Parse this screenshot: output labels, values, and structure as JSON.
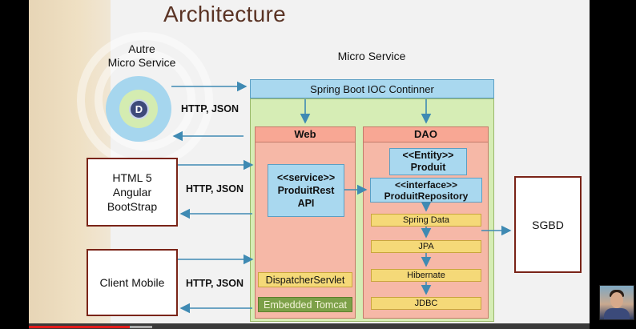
{
  "slide": {
    "title": "Architecture"
  },
  "diagram": {
    "autre_label_line1": "Autre",
    "autre_label_line2": "Micro Service",
    "micro_service_label": "Micro Service",
    "node_letter": "D",
    "protocol_top": "HTTP, JSON",
    "protocol_mid": "HTTP, JSON",
    "protocol_bottom": "HTTP, JSON",
    "html5_line1": "HTML 5",
    "html5_line2": "Angular",
    "html5_line3": "BootStrap",
    "client_mobile": "Client Mobile",
    "container": "Spring Boot IOC Continner",
    "web_header": "Web",
    "dao_header": "DAO",
    "service_line1": "<<service>>",
    "service_line2": "ProduitRest",
    "service_line3": "API",
    "entity_line1": "<<Entity>>",
    "entity_line2": "Produit",
    "repo_line1": "<<interface>>",
    "repo_line2": "ProduitRepository",
    "spring_data": "Spring Data",
    "jpa": "JPA",
    "hibernate": "Hibernate",
    "jdbc": "JDBC",
    "dispatcher": "DispatcherServlet",
    "tomcat": "Embedded Tomcat",
    "sgbd": "SGBD"
  },
  "player": {
    "progress_fraction": 0.18,
    "buffer_fraction": 0.22
  },
  "colors": {
    "container_blue": "#a9d8ef",
    "panel_green": "#d6edb5",
    "panel_salmon": "#f6b8a7",
    "layer_yellow": "#f5d978",
    "box_border": "#7a2418",
    "arrow": "#3f8ab3",
    "progress": "#e31b1b"
  }
}
